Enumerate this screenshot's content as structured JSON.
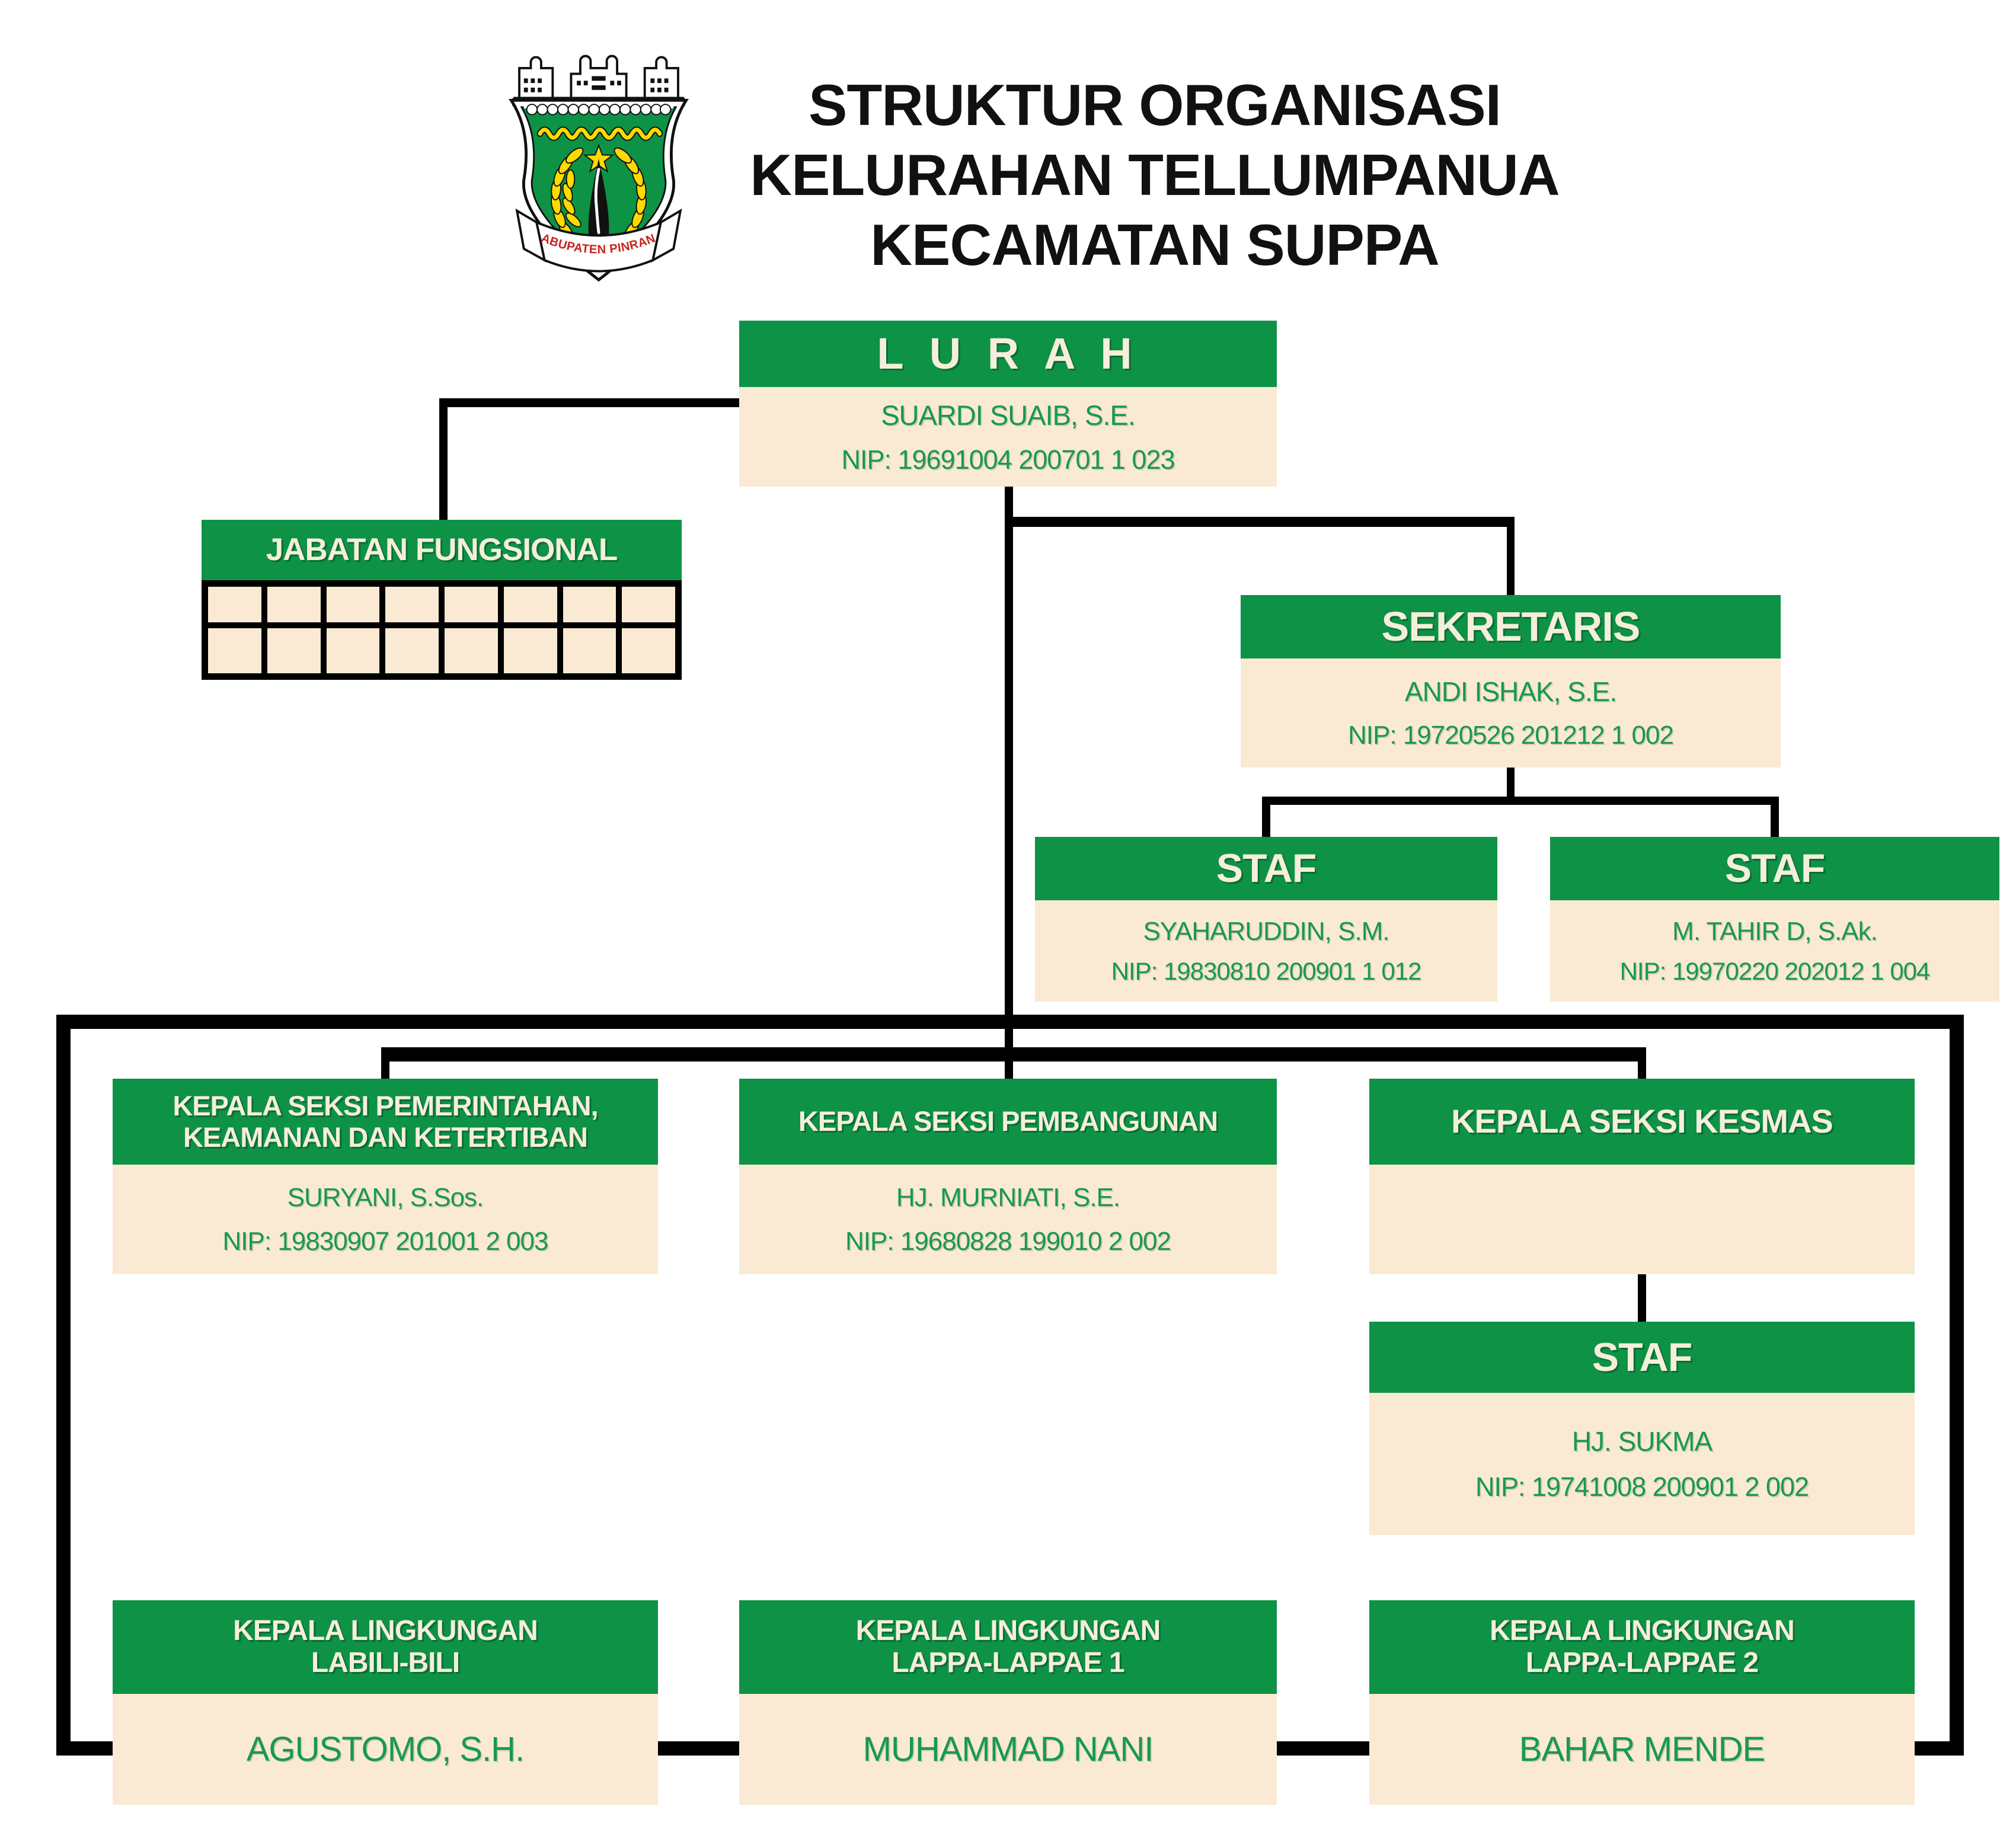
{
  "colors": {
    "green": "#0D9246",
    "cream_body": "#FAEAD3",
    "header_text": "#F5EEDA",
    "green_text": "#17994F",
    "connector_black": "#000000",
    "title_black": "#111111",
    "ribbon_red": "#C8241E",
    "emblem_yellow": "#FFD900"
  },
  "logo": {
    "name": "Lambang Kabupaten Pinrang",
    "banner_text": "KABUPATEN PINRANG"
  },
  "title": {
    "line1": "STRUKTUR ORGANISASI",
    "line2": "KELURAHAN TELLUMPANUA",
    "line3": "KECAMATAN SUPPA"
  },
  "boxes": {
    "lurah": {
      "title": "L U R A H",
      "name": "SUARDI SUAIB, S.E.",
      "nip": "NIP: 19691004 200701 1 023"
    },
    "jabatan_fungsional": {
      "title": "JABATAN FUNGSIONAL",
      "grid_rows": 2,
      "grid_cols": 8
    },
    "sekretaris": {
      "title": "SEKRETARIS",
      "name": "ANDI ISHAK, S.E.",
      "nip": "NIP: 19720526 201212 1 002"
    },
    "staf_sekretaris_1": {
      "title": "STAF",
      "name": "SYAHARUDDIN, S.M.",
      "nip": "NIP: 19830810 200901 1 012"
    },
    "staf_sekretaris_2": {
      "title": "STAF",
      "name": "M. TAHIR D, S.Ak.",
      "nip": "NIP: 19970220 202012 1 004"
    },
    "seksi_pemerintahan": {
      "title_line1": "KEPALA SEKSI PEMERINTAHAN,",
      "title_line2": "KEAMANAN DAN KETERTIBAN",
      "name": "SURYANI, S.Sos.",
      "nip": "NIP: 19830907 201001 2 003"
    },
    "seksi_pembangunan": {
      "title": "KEPALA SEKSI PEMBANGUNAN",
      "name": "HJ. MURNIATI, S.E.",
      "nip": "NIP: 19680828 199010 2 002"
    },
    "seksi_kesmas": {
      "title": "KEPALA SEKSI KESMAS",
      "name": "",
      "nip": ""
    },
    "staf_kesmas": {
      "title": "STAF",
      "name": "HJ. SUKMA",
      "nip": "NIP: 19741008 200901 2 002"
    },
    "lingkungan_labili_bili": {
      "title_line1": "KEPALA LINGKUNGAN",
      "title_line2": "LABILI-BILI",
      "name": "AGUSTOMO, S.H."
    },
    "lingkungan_lappa_lappae_1": {
      "title_line1": "KEPALA LINGKUNGAN",
      "title_line2": "LAPPA-LAPPAE 1",
      "name": "MUHAMMAD NANI"
    },
    "lingkungan_lappa_lappae_2": {
      "title_line1": "KEPALA LINGKUNGAN",
      "title_line2": "LAPPA-LAPPAE 2",
      "name": "BAHAR MENDE"
    }
  }
}
